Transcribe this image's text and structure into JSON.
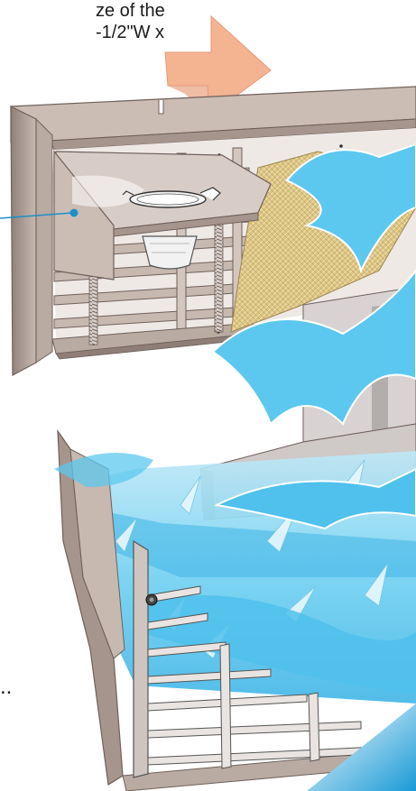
{
  "caption": {
    "line1": "ze of the",
    "line2": "-1/2\"W x"
  },
  "trailing_text": "..",
  "colors": {
    "frame": "#cbbdb4",
    "frame_dark": "#9c8c84",
    "frame_shadow": "#7d6d66",
    "arrow_orange": "#f4b391",
    "water_blue": "#5cc8ef",
    "water_light": "#a7dff4",
    "filter_tan": "#d8c27f",
    "box_gray": "#c9c5c4",
    "leader_line": "#1f8fc6"
  },
  "icons": [
    "airflow-arrow-icon",
    "humidifier-frame",
    "water-cup-icon",
    "spring-icon",
    "filter-pad-icon",
    "air-wave-icon",
    "water-reservoir",
    "grille-icon"
  ]
}
